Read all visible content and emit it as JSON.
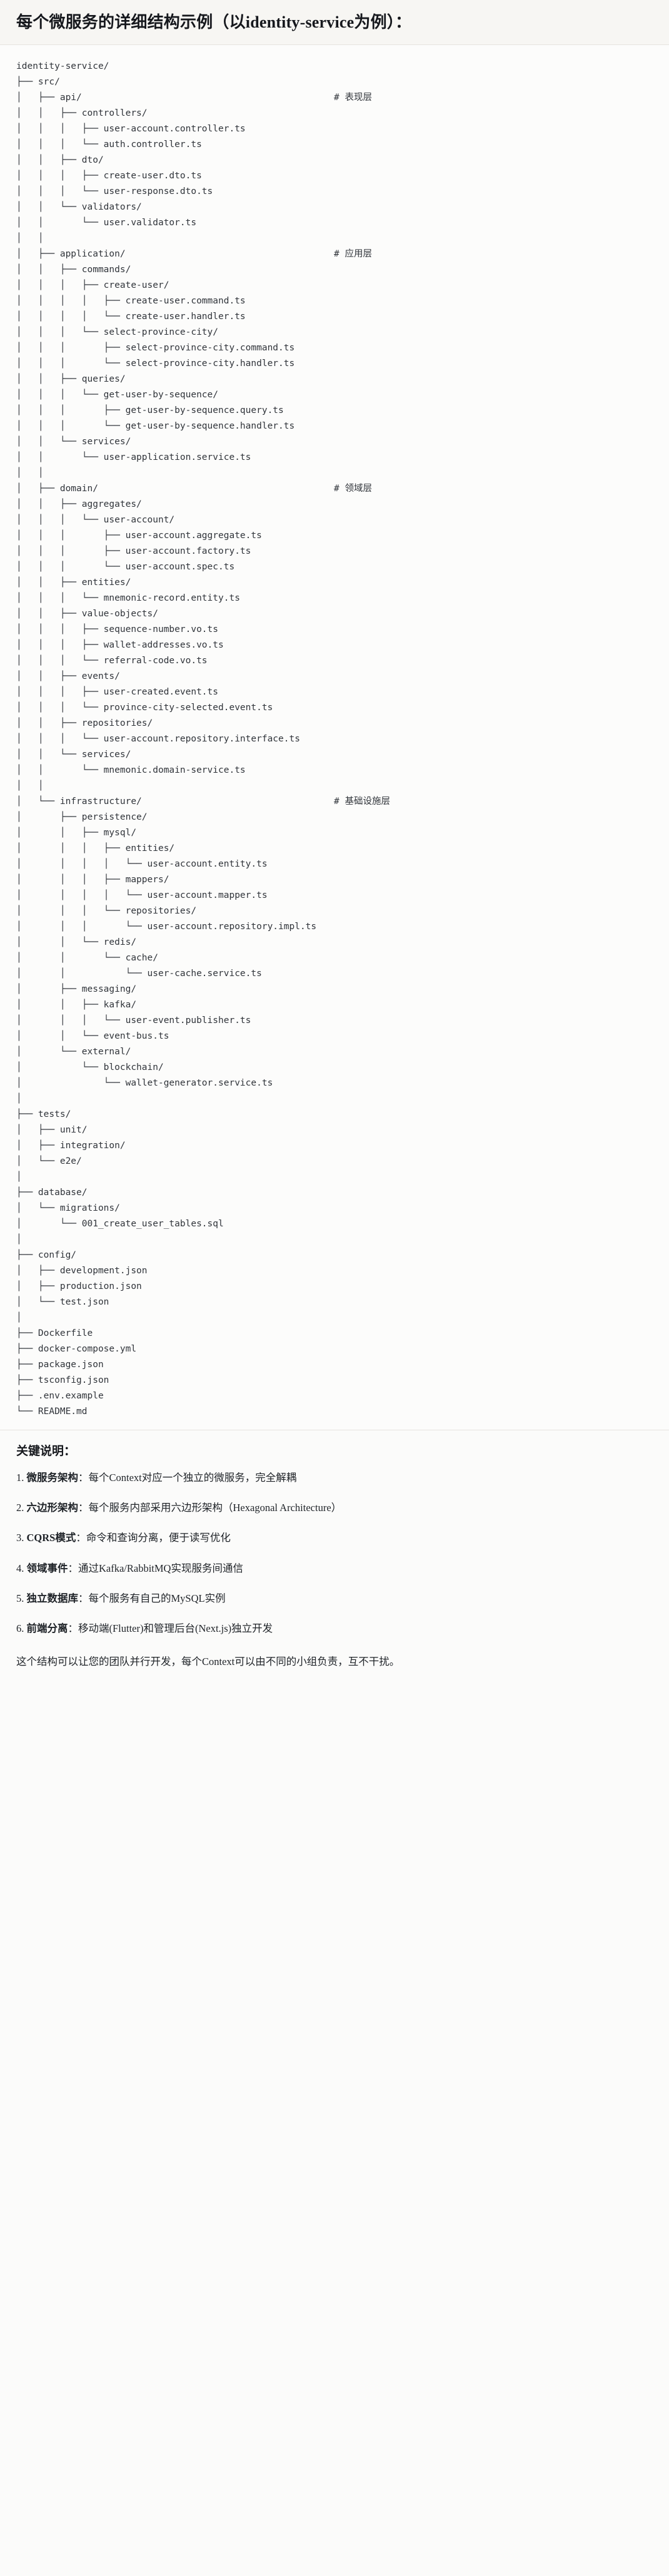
{
  "header": {
    "title": "每个微服务的详细结构示例（以identity-service为例）："
  },
  "tree": {
    "root": "identity-service/",
    "lines": [
      {
        "path": "identity-service/",
        "comment": ""
      },
      {
        "path": "├── src/",
        "comment": ""
      },
      {
        "path": "│   ├── api/",
        "comment": "# 表现层"
      },
      {
        "path": "│   │   ├── controllers/",
        "comment": ""
      },
      {
        "path": "│   │   │   ├── user-account.controller.ts",
        "comment": ""
      },
      {
        "path": "│   │   │   └── auth.controller.ts",
        "comment": ""
      },
      {
        "path": "│   │   ├── dto/",
        "comment": ""
      },
      {
        "path": "│   │   │   ├── create-user.dto.ts",
        "comment": ""
      },
      {
        "path": "│   │   │   └── user-response.dto.ts",
        "comment": ""
      },
      {
        "path": "│   │   └── validators/",
        "comment": ""
      },
      {
        "path": "│   │       └── user.validator.ts",
        "comment": ""
      },
      {
        "path": "│   │",
        "comment": ""
      },
      {
        "path": "│   ├── application/",
        "comment": "# 应用层"
      },
      {
        "path": "│   │   ├── commands/",
        "comment": ""
      },
      {
        "path": "│   │   │   ├── create-user/",
        "comment": ""
      },
      {
        "path": "│   │   │   │   ├── create-user.command.ts",
        "comment": ""
      },
      {
        "path": "│   │   │   │   └── create-user.handler.ts",
        "comment": ""
      },
      {
        "path": "│   │   │   └── select-province-city/",
        "comment": ""
      },
      {
        "path": "│   │   │       ├── select-province-city.command.ts",
        "comment": ""
      },
      {
        "path": "│   │   │       └── select-province-city.handler.ts",
        "comment": ""
      },
      {
        "path": "│   │   ├── queries/",
        "comment": ""
      },
      {
        "path": "│   │   │   └── get-user-by-sequence/",
        "comment": ""
      },
      {
        "path": "│   │   │       ├── get-user-by-sequence.query.ts",
        "comment": ""
      },
      {
        "path": "│   │   │       └── get-user-by-sequence.handler.ts",
        "comment": ""
      },
      {
        "path": "│   │   └── services/",
        "comment": ""
      },
      {
        "path": "│   │       └── user-application.service.ts",
        "comment": ""
      },
      {
        "path": "│   │",
        "comment": ""
      },
      {
        "path": "│   ├── domain/",
        "comment": "# 领域层"
      },
      {
        "path": "│   │   ├── aggregates/",
        "comment": ""
      },
      {
        "path": "│   │   │   └── user-account/",
        "comment": ""
      },
      {
        "path": "│   │   │       ├── user-account.aggregate.ts",
        "comment": ""
      },
      {
        "path": "│   │   │       ├── user-account.factory.ts",
        "comment": ""
      },
      {
        "path": "│   │   │       └── user-account.spec.ts",
        "comment": ""
      },
      {
        "path": "│   │   ├── entities/",
        "comment": ""
      },
      {
        "path": "│   │   │   └── mnemonic-record.entity.ts",
        "comment": ""
      },
      {
        "path": "│   │   ├── value-objects/",
        "comment": ""
      },
      {
        "path": "│   │   │   ├── sequence-number.vo.ts",
        "comment": ""
      },
      {
        "path": "│   │   │   ├── wallet-addresses.vo.ts",
        "comment": ""
      },
      {
        "path": "│   │   │   └── referral-code.vo.ts",
        "comment": ""
      },
      {
        "path": "│   │   ├── events/",
        "comment": ""
      },
      {
        "path": "│   │   │   ├── user-created.event.ts",
        "comment": ""
      },
      {
        "path": "│   │   │   └── province-city-selected.event.ts",
        "comment": ""
      },
      {
        "path": "│   │   ├── repositories/",
        "comment": ""
      },
      {
        "path": "│   │   │   └── user-account.repository.interface.ts",
        "comment": ""
      },
      {
        "path": "│   │   └── services/",
        "comment": ""
      },
      {
        "path": "│   │       └── mnemonic.domain-service.ts",
        "comment": ""
      },
      {
        "path": "│   │",
        "comment": ""
      },
      {
        "path": "│   └── infrastructure/",
        "comment": "# 基础设施层"
      },
      {
        "path": "│       ├── persistence/",
        "comment": ""
      },
      {
        "path": "│       │   ├── mysql/",
        "comment": ""
      },
      {
        "path": "│       │   │   ├── entities/",
        "comment": ""
      },
      {
        "path": "│       │   │   │   └── user-account.entity.ts",
        "comment": ""
      },
      {
        "path": "│       │   │   ├── mappers/",
        "comment": ""
      },
      {
        "path": "│       │   │   │   └── user-account.mapper.ts",
        "comment": ""
      },
      {
        "path": "│       │   │   └── repositories/",
        "comment": ""
      },
      {
        "path": "│       │   │       └── user-account.repository.impl.ts",
        "comment": ""
      },
      {
        "path": "│       │   └── redis/",
        "comment": ""
      },
      {
        "path": "│       │       └── cache/",
        "comment": ""
      },
      {
        "path": "│       │           └── user-cache.service.ts",
        "comment": ""
      },
      {
        "path": "│       ├── messaging/",
        "comment": ""
      },
      {
        "path": "│       │   ├── kafka/",
        "comment": ""
      },
      {
        "path": "│       │   │   └── user-event.publisher.ts",
        "comment": ""
      },
      {
        "path": "│       │   └── event-bus.ts",
        "comment": ""
      },
      {
        "path": "│       └── external/",
        "comment": ""
      },
      {
        "path": "│           └── blockchain/",
        "comment": ""
      },
      {
        "path": "│               └── wallet-generator.service.ts",
        "comment": ""
      },
      {
        "path": "│",
        "comment": ""
      },
      {
        "path": "├── tests/",
        "comment": ""
      },
      {
        "path": "│   ├── unit/",
        "comment": ""
      },
      {
        "path": "│   ├── integration/",
        "comment": ""
      },
      {
        "path": "│   └── e2e/",
        "comment": ""
      },
      {
        "path": "│",
        "comment": ""
      },
      {
        "path": "├── database/",
        "comment": ""
      },
      {
        "path": "│   └── migrations/",
        "comment": ""
      },
      {
        "path": "│       └── 001_create_user_tables.sql",
        "comment": ""
      },
      {
        "path": "│",
        "comment": ""
      },
      {
        "path": "├── config/",
        "comment": ""
      },
      {
        "path": "│   ├── development.json",
        "comment": ""
      },
      {
        "path": "│   ├── production.json",
        "comment": ""
      },
      {
        "path": "│   └── test.json",
        "comment": ""
      },
      {
        "path": "│",
        "comment": ""
      },
      {
        "path": "├── Dockerfile",
        "comment": ""
      },
      {
        "path": "├── docker-compose.yml",
        "comment": ""
      },
      {
        "path": "├── package.json",
        "comment": ""
      },
      {
        "path": "├── tsconfig.json",
        "comment": ""
      },
      {
        "path": "├── .env.example",
        "comment": ""
      },
      {
        "path": "└── README.md",
        "comment": ""
      }
    ]
  },
  "notes": {
    "heading": "关键说明：",
    "items": [
      {
        "num": "1.",
        "term": "微服务架构",
        "sep": "：",
        "desc": "每个Context对应一个独立的微服务，完全解耦"
      },
      {
        "num": "2.",
        "term": "六边形架构",
        "sep": "：",
        "desc": "每个服务内部采用六边形架构（Hexagonal Architecture）"
      },
      {
        "num": "3.",
        "term": "CQRS模式",
        "sep": "：",
        "desc": "命令和查询分离，便于读写优化"
      },
      {
        "num": "4.",
        "term": "领域事件",
        "sep": "：",
        "desc": "通过Kafka/RabbitMQ实现服务间通信"
      },
      {
        "num": "5.",
        "term": "独立数据库",
        "sep": "：",
        "desc": "每个服务有自己的MySQL实例"
      },
      {
        "num": "6.",
        "term": "前端分离",
        "sep": "：",
        "desc": "移动端(Flutter)和管理后台(Next.js)独立开发"
      }
    ],
    "closing": "这个结构可以让您的团队并行开发，每个Context可以由不同的小组负责，互不干扰。"
  },
  "colors": {
    "page_bg": "#fbfbfa",
    "header_bg": "#f7f6f3",
    "text": "#1f2328",
    "code_text": "#30343a",
    "divider": "#e6e4df"
  }
}
